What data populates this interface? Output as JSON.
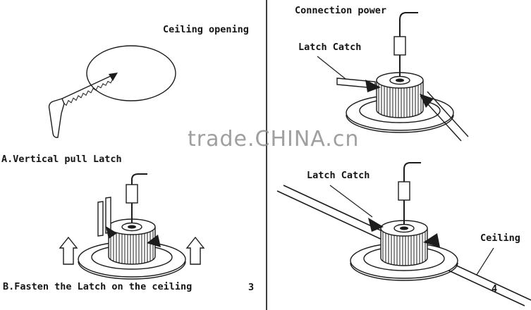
{
  "colors": {
    "ink": "#1c1c1c",
    "watermark": "#8f8f92",
    "background": "#ffffff"
  },
  "watermark": {
    "text": "trade.CHINA.cn"
  },
  "panels": {
    "top_left": {
      "label": "Ceiling opening"
    },
    "bottom_left": {
      "label_a": "A.Vertical pull Latch",
      "label_b": "B.Fasten the Latch on the ceiling",
      "number": "3"
    },
    "top_right": {
      "label_connection": "Connection power",
      "label_latch": "Latch Catch"
    },
    "bottom_right": {
      "label_latch": "Latch Catch",
      "label_ceiling": "Ceiling",
      "number": "4"
    }
  }
}
